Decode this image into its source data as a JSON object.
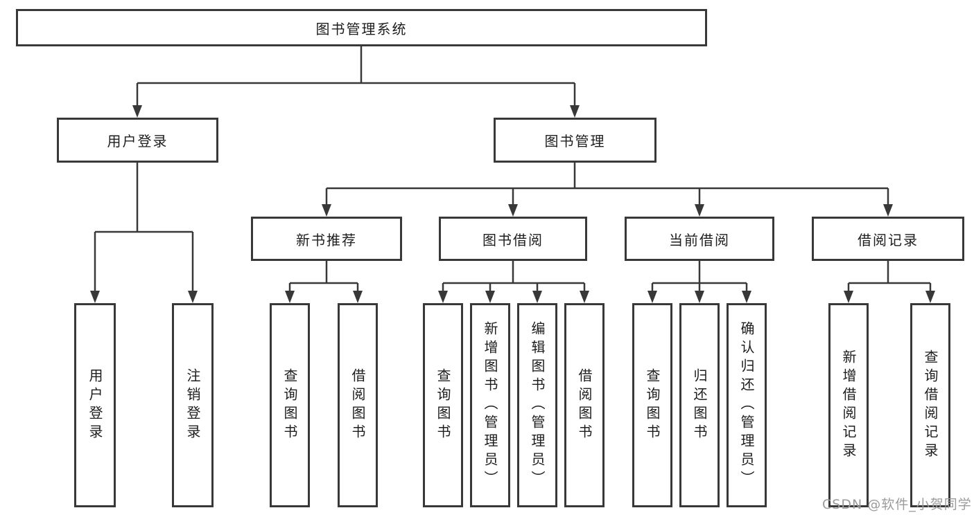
{
  "tree": {
    "root": "图书管理系统",
    "branches": [
      {
        "label": "用户登录",
        "children": [
          "用户登录",
          "注销登录"
        ]
      },
      {
        "label": "图书管理",
        "sections": [
          {
            "label": "新书推荐",
            "children": [
              "查询图书",
              "借阅图书"
            ]
          },
          {
            "label": "图书借阅",
            "children": [
              "查询图书",
              "新增图书（管理员）",
              "编辑图书（管理员）",
              "借阅图书"
            ]
          },
          {
            "label": "当前借阅",
            "children": [
              "查询图书",
              "归还图书",
              "确认归还（管理员）"
            ]
          },
          {
            "label": "借阅记录",
            "children": [
              "新增借阅记录",
              "查询借阅记录"
            ]
          }
        ]
      }
    ]
  },
  "watermark": "CSDN @软件_小贺同学",
  "colors": {
    "line": "#383838",
    "box_border": "#383838",
    "text": "#1d1d1d",
    "watermark": "#9b9b9b",
    "background": "#ffffff"
  }
}
